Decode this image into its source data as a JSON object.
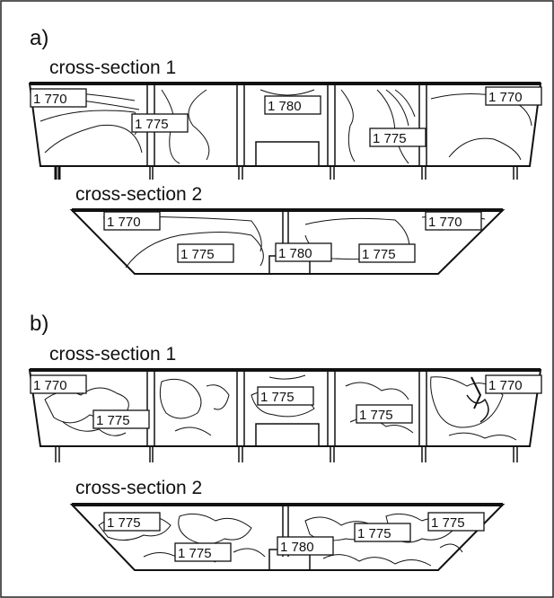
{
  "panels": [
    {
      "label": "a)",
      "sections": [
        {
          "title": "cross-section 1",
          "labels": [
            "1 770",
            "1 775",
            "1 780",
            "1 775",
            "1 770"
          ]
        },
        {
          "title": "cross-section 2",
          "labels": [
            "1 770",
            "1 775",
            "1 780",
            "1 775",
            "1 770"
          ]
        }
      ]
    },
    {
      "label": "b)",
      "sections": [
        {
          "title": "cross-section 1",
          "labels": [
            "1 770",
            "1 775",
            "1 775",
            "1 775",
            "1 770"
          ]
        },
        {
          "title": "cross-section 2",
          "labels": [
            "1 775",
            "1 775",
            "1 780",
            "1 775",
            "1 775"
          ]
        }
      ]
    }
  ],
  "colors": {
    "line": "#111111",
    "background": "#ffffff"
  }
}
